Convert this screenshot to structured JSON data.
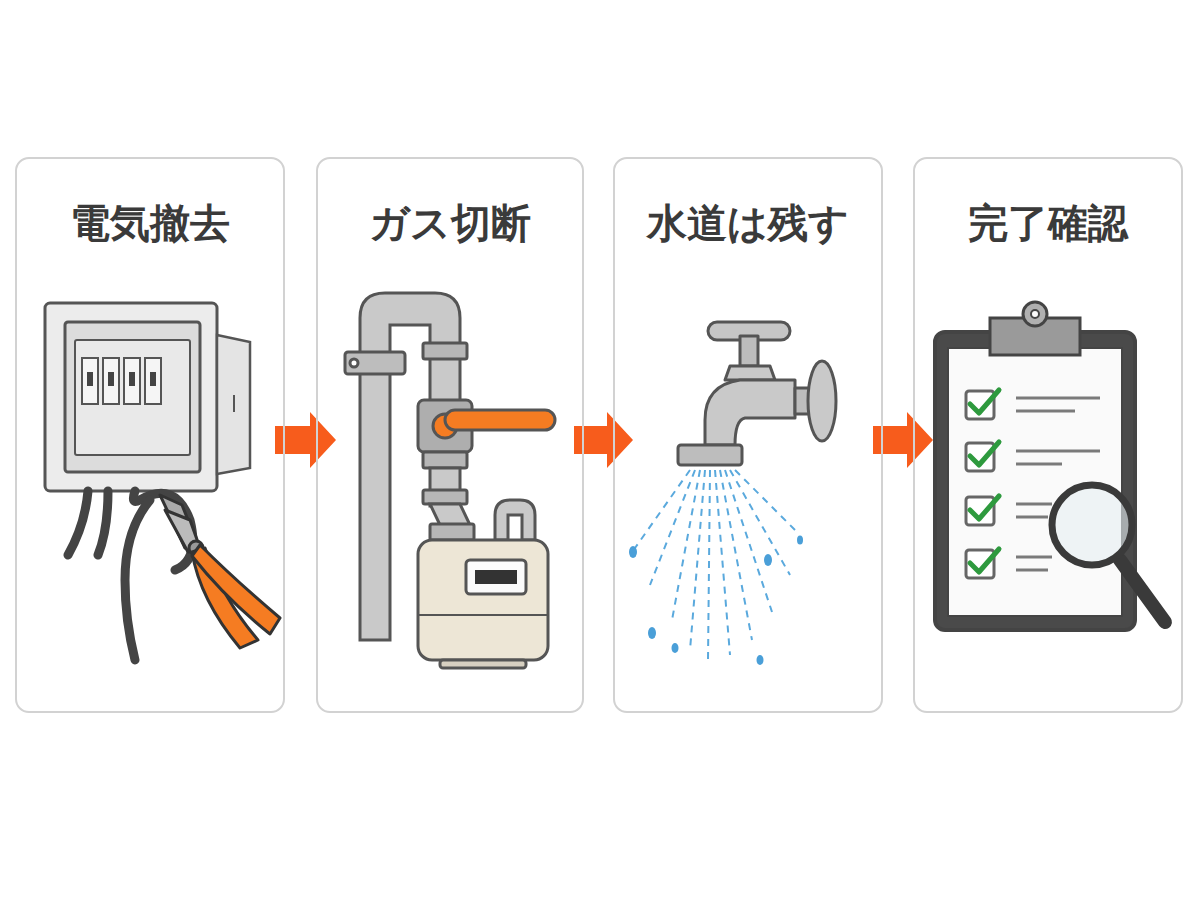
{
  "diagram": {
    "nodes": [
      {
        "text": [
          "電気撤去"
        ]
      },
      {
        "text": [
          "ガス切断"
        ]
      },
      {
        "text": [
          "水道は残す"
        ]
      },
      {
        "text": [
          "完了確認"
        ]
      }
    ],
    "edges": [
      {
        "from": 0,
        "to": 1,
        "arrow": "to"
      },
      {
        "from": 1,
        "to": 2,
        "arrow": "to"
      },
      {
        "from": 2,
        "to": 3,
        "arrow": "to"
      }
    ]
  }
}
